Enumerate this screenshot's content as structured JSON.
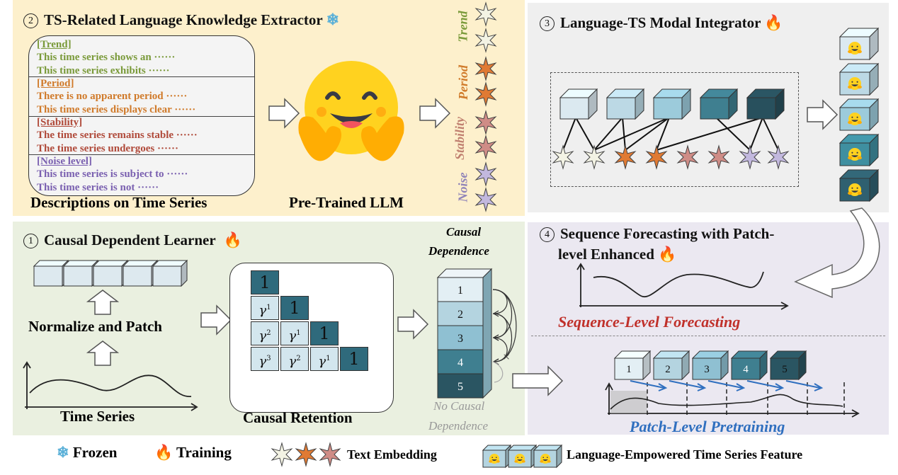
{
  "extractor": {
    "num": "2",
    "title": "TS-Related Language Knowledge Extractor",
    "desc_caption": "Descriptions on Time Series",
    "llm_caption": "Pre-Trained LLM",
    "groups": [
      {
        "header": "[Trend]",
        "color": "#7a9a3a",
        "lines": [
          "This time series shows an ······",
          "This time series exhibits ······"
        ]
      },
      {
        "header": "[Period]",
        "color": "#d07a2a",
        "lines": [
          "There is no apparent period ······",
          "This time series displays clear ······"
        ]
      },
      {
        "header": "[Stability]",
        "color": "#b04a3a",
        "lines": [
          "The time series remains stable ······",
          "The time series undergoes ······"
        ]
      },
      {
        "header": "[Noise level]",
        "color": "#7a60b0",
        "lines": [
          "This time series is subject to ······",
          "This time series is not ······"
        ]
      }
    ],
    "side_labels": [
      "Trend",
      "Period",
      "Stability",
      "Noise"
    ]
  },
  "integrator": {
    "num": "3",
    "title": "Language-TS Modal Integrator"
  },
  "learner": {
    "num": "1",
    "title": "Causal Dependent Learner",
    "normalize_label": "Normalize and Patch",
    "series_label": "Time Series",
    "retention_label": "Causal Retention",
    "causal_dep_label_1": "Causal",
    "causal_dep_label_2": "Dependence",
    "no_causal_label_1": "No Causal",
    "no_causal_label_2": "Dependence",
    "cross_mark": "×",
    "matrix": [
      [
        "1"
      ],
      [
        "γ",
        "1"
      ],
      [
        "γ",
        "γ",
        "1"
      ],
      [
        "γ",
        "γ",
        "γ",
        "1"
      ]
    ],
    "matrix_powers": [
      [
        ""
      ],
      [
        "1",
        ""
      ],
      [
        "2",
        "1",
        ""
      ],
      [
        "3",
        "2",
        "1",
        ""
      ]
    ],
    "stack_numbers": [
      "1",
      "2",
      "3",
      "4",
      "5"
    ]
  },
  "forecaster": {
    "num": "4",
    "title_1": "Sequence Forecasting with Patch-",
    "title_2": "level Enhanced",
    "seq_label": "Sequence-Level Forecasting",
    "patch_label": "Patch-Level Pretraining",
    "patch_numbers": [
      "1",
      "2",
      "3",
      "4",
      "5"
    ]
  },
  "legend": {
    "frozen": "Frozen",
    "training": "Training",
    "text_embedding": "Text Embedding",
    "ts_feature": "Language-Empowered Time Series Feature"
  },
  "colors": {
    "extractor_bg": "#fdf0cc",
    "integrator_bg": "#efefef",
    "learner_bg": "#eaf0e0",
    "forecaster_bg": "#ebe8f1",
    "seq_red": "#c0302a",
    "patch_blue": "#2f6fbf",
    "star_pale": "#f3f3e4",
    "star_orange": "#e07a33",
    "star_pink": "#cf8c86",
    "star_lav": "#c2b8de"
  }
}
